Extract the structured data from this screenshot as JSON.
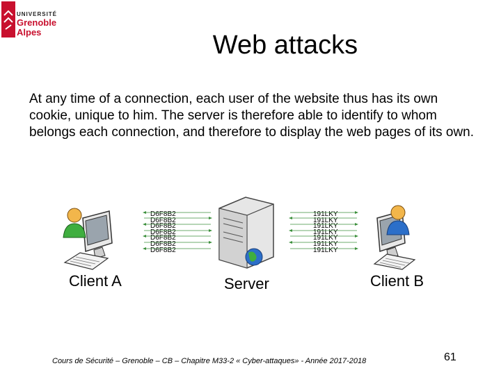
{
  "logo": {
    "line1": "UNIVERSITÉ",
    "line2": "Grenoble",
    "line3": "Alpes",
    "color": "#c8102e"
  },
  "title": "Web attacks",
  "body": "At any time of a connection, each user of the website thus has its own cookie, unique to him. The server is therefore able to identify to whom belongs each connection, and therefore to display the web pages of its own.",
  "diagram": {
    "client_a_label": "Client A",
    "server_label": "Server",
    "client_b_label": "Client B",
    "cookie_a": [
      "D6F8B2",
      "D6F8B2",
      "D6F8B2",
      "D6F8B2",
      "D6F8B2",
      "D6F8B2",
      "D6F8B2"
    ],
    "cookie_b": [
      "191LKY",
      "191LKY",
      "191LKY",
      "191LKY",
      "191LKY",
      "191LKY",
      "191LKY"
    ]
  },
  "footer": "Cours de Sécurité – Grenoble – CB – Chapitre M33-2 « Cyber-attaques» - Année 2017-2018",
  "page_number": "61"
}
